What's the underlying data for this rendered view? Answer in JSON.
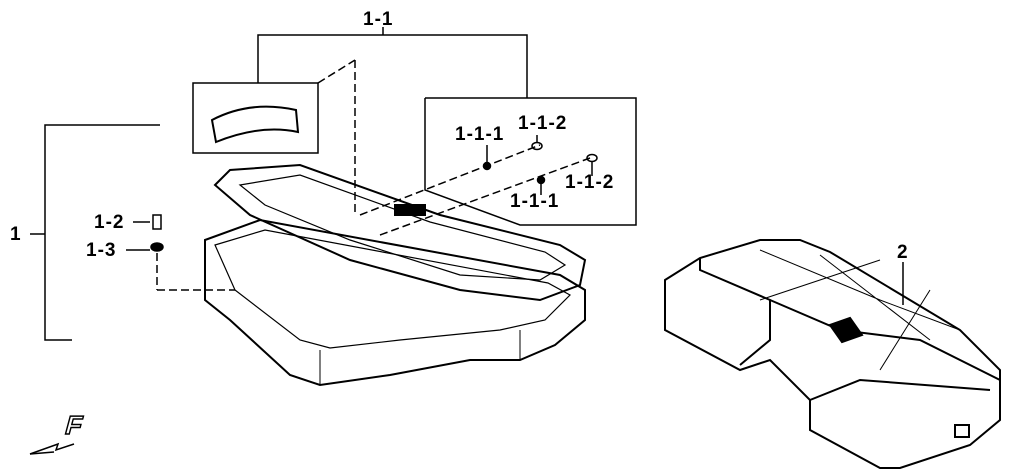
{
  "labels": {
    "assy_1": "1",
    "assy_1_1": "1-1",
    "part_1_1_1_a": "1-1-1",
    "part_1_1_2_a": "1-1-2",
    "part_1_1_2_b": "1-1-2",
    "part_1_1_1_b": "1-1-1",
    "part_1_2": "1-2",
    "part_1_3": "1-3",
    "assy_2": "2"
  },
  "front_marker": "F",
  "colors": {
    "line": "#000000",
    "background": "#ffffff"
  }
}
